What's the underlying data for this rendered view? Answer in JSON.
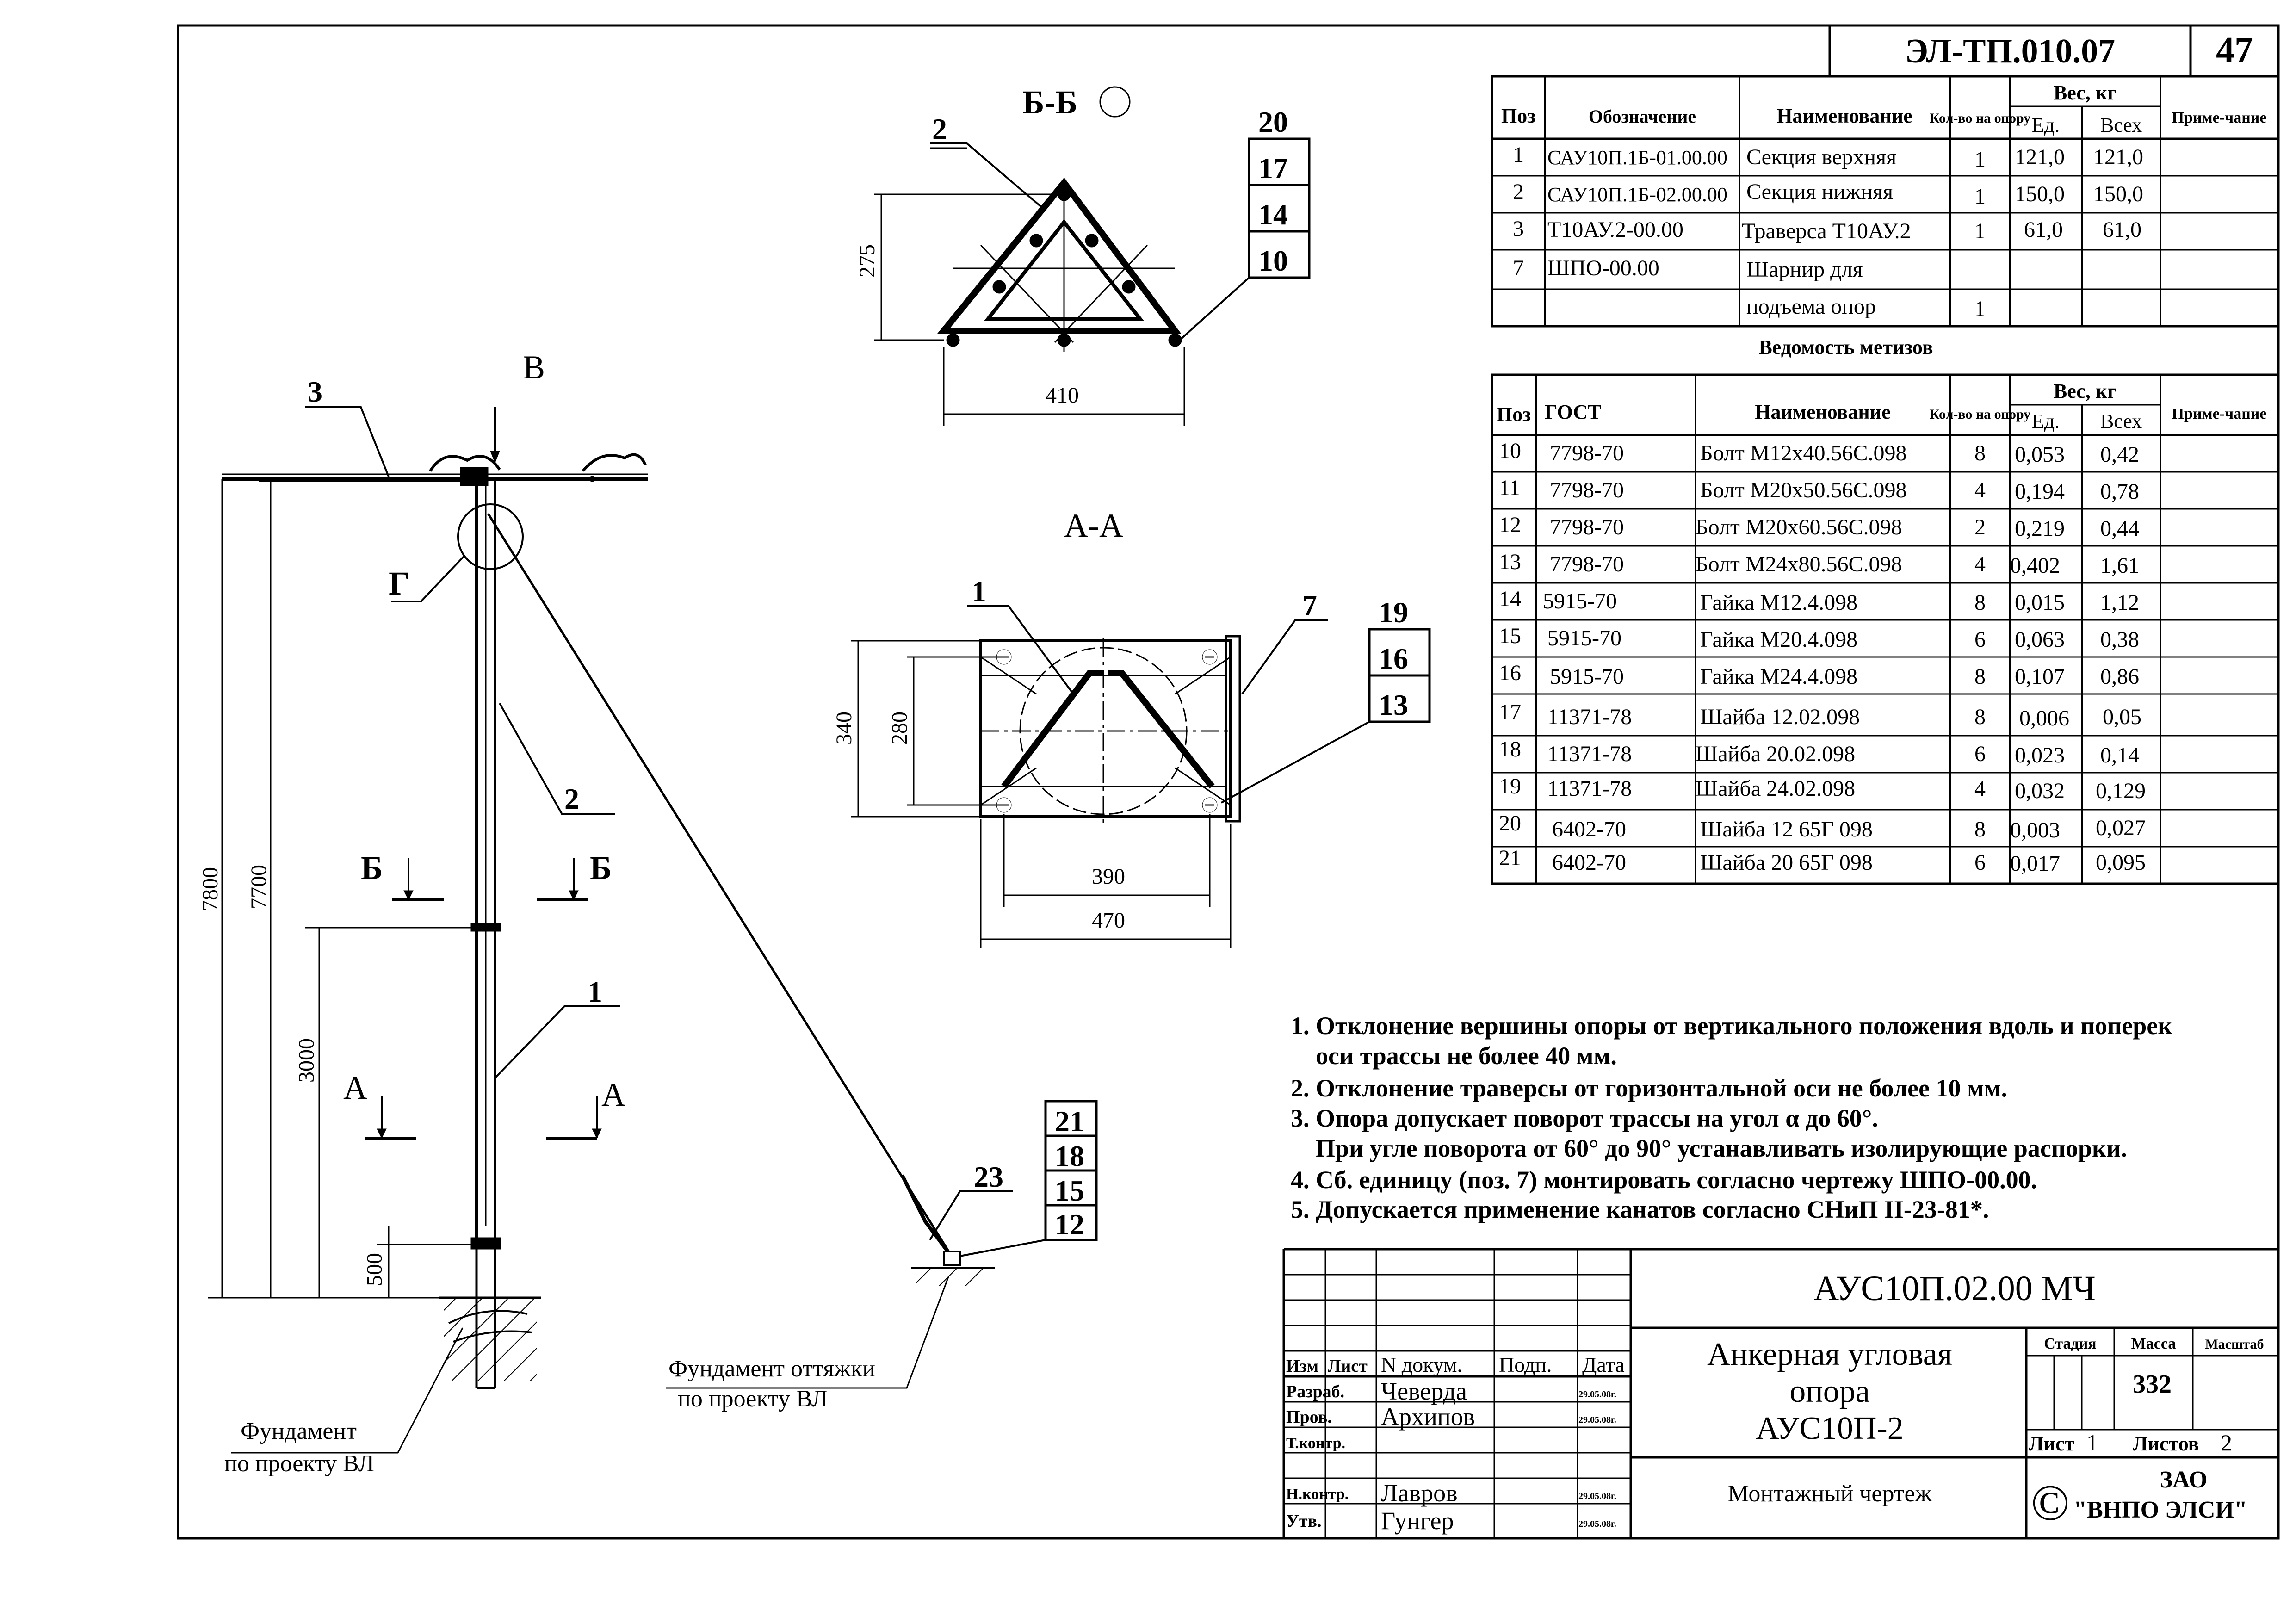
{
  "doc_code": "ЭЛ-ТП.010.07",
  "page_num": "47",
  "section_bb": "Б-Б",
  "section_aa": "А-А",
  "view_labels": {
    "v": "В",
    "g": "Г",
    "b": "Б",
    "a": "А"
  },
  "dims": {
    "d7800": "7800",
    "d7700": "7700",
    "d3000": "3000",
    "d500": "500",
    "d275": "275",
    "d410": "410",
    "d340": "340",
    "d280": "280",
    "d390": "390",
    "d470": "470"
  },
  "callouts": {
    "c1": "1",
    "c2": "2",
    "c3": "3",
    "c7": "7",
    "c10": "10",
    "c12": "12",
    "c13": "13",
    "c14": "14",
    "c15": "15",
    "c16": "16",
    "c17": "17",
    "c18": "18",
    "c19": "19",
    "c20": "20",
    "c21": "21",
    "c23": "23"
  },
  "foundation": {
    "line1": "Фундамент",
    "line2": "по проекту ВЛ"
  },
  "guy_foundation": {
    "line1": "Фундамент оттяжки",
    "line2": "по проекту ВЛ"
  },
  "spec_headers": {
    "pos": "Поз",
    "designation": "Обозначение",
    "name": "Наименование",
    "qty": "Кол-во на опору",
    "weight": "Вес, кг",
    "unit": "Ед.",
    "total": "Всех",
    "note": "Приме-чание"
  },
  "spec_rows": [
    {
      "pos": "1",
      "code": "САУ10П.1Б-01.00.00",
      "name": "Секция верхняя",
      "qty": "1",
      "unit": "121,0",
      "total": "121,0"
    },
    {
      "pos": "2",
      "code": "САУ10П.1Б-02.00.00",
      "name": "Секция нижняя",
      "qty": "1",
      "unit": "150,0",
      "total": "150,0"
    },
    {
      "pos": "3",
      "code": "Т10АУ.2-00.00",
      "name": "Траверса  Т10АУ.2",
      "qty": "1",
      "unit": "61,0",
      "total": "61,0"
    },
    {
      "pos": "7",
      "code": "ШПО-00.00",
      "name": "Шарнир для",
      "qty": "",
      "unit": "",
      "total": ""
    },
    {
      "pos": "",
      "code": "",
      "name": "подъема опор",
      "qty": "1",
      "unit": "",
      "total": ""
    }
  ],
  "hw_title": "Ведомость метизов",
  "hw_headers": {
    "pos": "Поз",
    "gost": "ГОСТ",
    "name": "Наименование",
    "qty": "Кол-во на опору",
    "weight": "Вес, кг",
    "unit": "Ед.",
    "total": "Всех",
    "note": "Приме-чание"
  },
  "hw_rows": [
    {
      "pos": "10",
      "gost": "7798-70",
      "name": "Болт М12х40.56С.098",
      "qty": "8",
      "unit": "0,053",
      "total": "0,42"
    },
    {
      "pos": "11",
      "gost": "7798-70",
      "name": "Болт М20х50.56С.098",
      "qty": "4",
      "unit": "0,194",
      "total": "0,78"
    },
    {
      "pos": "12",
      "gost": "7798-70",
      "name": "Болт М20х60.56С.098",
      "qty": "2",
      "unit": "0,219",
      "total": "0,44"
    },
    {
      "pos": "13",
      "gost": "7798-70",
      "name": "Болт М24х80.56С.098",
      "qty": "4",
      "unit": "0,402",
      "total": "1,61"
    },
    {
      "pos": "14",
      "gost": "5915-70",
      "name": "Гайка  М12.4.098",
      "qty": "8",
      "unit": "0,015",
      "total": "1,12"
    },
    {
      "pos": "15",
      "gost": "5915-70",
      "name": "Гайка  М20.4.098",
      "qty": "6",
      "unit": "0,063",
      "total": "0,38"
    },
    {
      "pos": "16",
      "gost": "5915-70",
      "name": "Гайка  М24.4.098",
      "qty": "8",
      "unit": "0,107",
      "total": "0,86"
    },
    {
      "pos": "17",
      "gost": "11371-78",
      "name": "Шайба  12.02.098",
      "qty": "8",
      "unit": "0,006",
      "total": "0,05"
    },
    {
      "pos": "18",
      "gost": "11371-78",
      "name": "Шайба  20.02.098",
      "qty": "6",
      "unit": "0,023",
      "total": "0,14"
    },
    {
      "pos": "19",
      "gost": "11371-78",
      "name": "Шайба  24.02.098",
      "qty": "4",
      "unit": "0,032",
      "total": "0,129"
    },
    {
      "pos": "20",
      "gost": "6402-70",
      "name": "Шайба  12 65Г  098",
      "qty": "8",
      "unit": "0,003",
      "total": "0,027"
    },
    {
      "pos": "21",
      "gost": "6402-70",
      "name": "Шайба  20 65Г  098",
      "qty": "6",
      "unit": "0,017",
      "total": "0,095"
    }
  ],
  "notes": [
    "1. Отклонение вершины опоры от вертикального положения вдоль и поперек",
    "    оси трассы не более 40 мм.",
    "2. Отклонение траверсы от горизонтальной оси не более  10 мм.",
    "3. Опора допускает поворот трассы на угол  α  до 60°.",
    "    При угле поворота от 60° до 90° устанавливать изолирующие распорки.",
    "4. Сб. единицу (поз. 7) монтировать согласно чертежу ШПО-00.00.",
    "5. Допускается применение канатов согласно СНиП  II-23-81*."
  ],
  "title_block": {
    "doc_number": "АУС10П.02.00 МЧ",
    "title1": "Анкерная угловая",
    "title2": "опора",
    "title3": "АУС10П-2",
    "subtitle": "Монтажный чертеж",
    "col_izm": "Изм",
    "col_list": "Лист",
    "col_ndoc": "N докум.",
    "col_podp": "Подп.",
    "col_date": "Дата",
    "stage": "Стадия",
    "mass": "Масса",
    "scale": "Масштаб",
    "mass_value": "332",
    "sheet_label": "Лист",
    "sheet_value": "1",
    "sheets_label": "Листов",
    "sheets_value": "2",
    "company_line1": "ЗАО",
    "company_line2": "\"ВНПО ЭЛСИ\"",
    "copyright": "©",
    "rows": [
      {
        "role": "Разраб.",
        "name": "Чеверда",
        "date": "29.05.08г."
      },
      {
        "role": "Пров.",
        "name": "Архипов",
        "date": "29.05.08г."
      },
      {
        "role": "Т.контр.",
        "name": "",
        "date": ""
      },
      {
        "role": "",
        "name": "",
        "date": ""
      },
      {
        "role": "Н.контр.",
        "name": "Лавров",
        "date": "29.05.08г."
      },
      {
        "role": "Утв.",
        "name": "Гунгер",
        "date": "29.05.08г."
      }
    ]
  }
}
